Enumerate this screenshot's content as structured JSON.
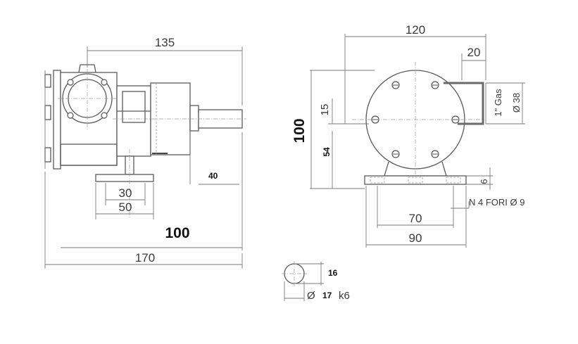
{
  "side_view": {
    "dim_width_135": "135",
    "dim_base_30": "30",
    "dim_base_50": "50",
    "dim_height_40": "40",
    "dim_height_100": "100",
    "dim_total_170": "170"
  },
  "front_view": {
    "dim_width_120": "120",
    "dim_offset_20": "20",
    "dim_height_100": "100",
    "dim_offset_15": "15",
    "dim_height_54": "54",
    "thread_label": "1\" Gas",
    "dim_port_diameter": "Ø 38",
    "dim_foot_6": "6",
    "holes_note": "N 4 FORI Ø 9",
    "dim_holes_70": "70",
    "dim_holes_90": "90"
  },
  "shaft_detail": {
    "dim_key_16": "16",
    "dim_shaft_diameter_symbol": "Ø",
    "dim_shaft_diameter_value": "17",
    "dim_shaft_tolerance": "k6"
  }
}
